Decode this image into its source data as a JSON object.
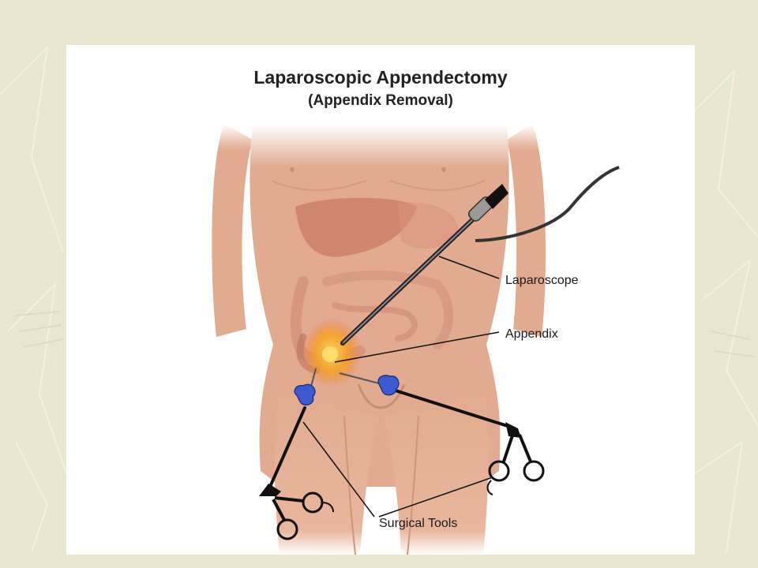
{
  "slide": {
    "title": "Laparoscopic Appendectomy",
    "subtitle": "(Appendix Removal)"
  },
  "labels": {
    "laparoscope": "Laparoscope",
    "appendix": "Appendix",
    "surgical_tools": "Surgical Tools"
  },
  "colors": {
    "slide_background": "#e8e6cf",
    "panel_background": "#ffffff",
    "skin": "#e2ab90",
    "tool_metal": "#222222",
    "port_blue": "#3d5bd0",
    "appendix_highlight": "#f5a020"
  },
  "icons": {
    "body": "torso-illustration",
    "tools": [
      "laparoscope-icon",
      "surgical-grasper-icon",
      "trocar-port-icon"
    ]
  }
}
